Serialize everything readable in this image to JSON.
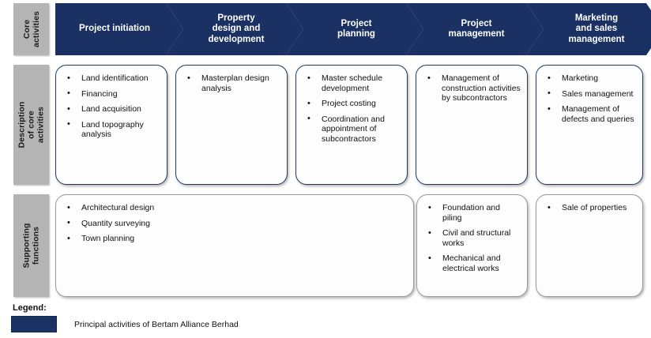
{
  "rows": {
    "core": {
      "label": "Core\nactivities"
    },
    "description": {
      "label": "Description of core\nactivities"
    },
    "supporting": {
      "label": "Supporting\nfunctions"
    }
  },
  "stages": [
    {
      "name": "project-initiation",
      "title": "Project initiation"
    },
    {
      "name": "property-design",
      "title": "Property\ndesign and\ndevelopment"
    },
    {
      "name": "project-planning",
      "title": "Project\nplanning"
    },
    {
      "name": "project-management",
      "title": "Project\nmanagement"
    },
    {
      "name": "marketing-sales",
      "title": "Marketing\nand sales\nmanagement"
    }
  ],
  "descriptions": [
    {
      "stage": "project-initiation",
      "items": [
        "Land identification",
        "Financing",
        "Land acquisition",
        "Land topography analysis"
      ]
    },
    {
      "stage": "property-design",
      "items": [
        "Masterplan design analysis"
      ]
    },
    {
      "stage": "project-planning",
      "items": [
        "Master schedule development",
        "Project costing",
        "Coordination and appointment of subcontractors"
      ]
    },
    {
      "stage": "project-management",
      "items": [
        "Management of construction activities by subcontractors"
      ]
    },
    {
      "stage": "marketing-sales",
      "items": [
        "Marketing",
        "Sales management",
        "Management of defects and queries"
      ]
    }
  ],
  "supporting": [
    {
      "stage": "initiation-to-planning",
      "items": [
        "Architectural design",
        "Quantity surveying",
        "Town planning"
      ]
    },
    {
      "stage": "project-management",
      "items": [
        "Foundation and piling",
        "Civil and structural works",
        "Mechanical and electrical works"
      ]
    },
    {
      "stage": "marketing-sales",
      "items": [
        "Sale of properties"
      ]
    }
  ],
  "legend": {
    "title": "Legend:",
    "swatch_color": "#1b3264",
    "text": "Principal activities of Bertam Alliance Berhad"
  },
  "colors": {
    "navy": "#1b3164",
    "label_grey": "#b4b4b4",
    "box_border_navy": "#1f3a63",
    "box_border_grey": "#9a9a9a"
  }
}
